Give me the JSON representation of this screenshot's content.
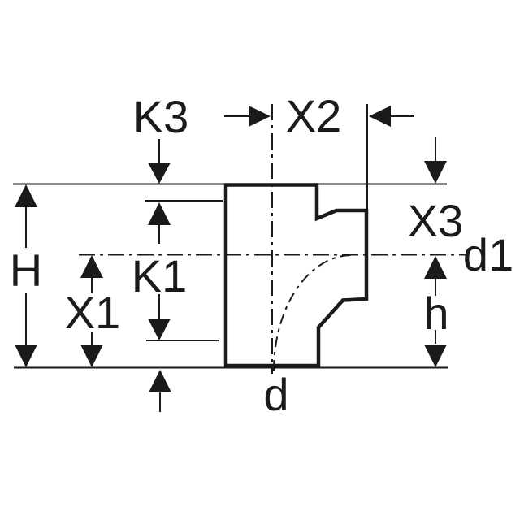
{
  "figure": {
    "type": "technical-dimension-diagram",
    "subject": "pipe-branch-fitting-section",
    "background": "#ffffff",
    "line_color": "#1a1a1a"
  },
  "labels": {
    "K3": "K3",
    "X2": "X2",
    "X3": "X3",
    "d1": "d1",
    "H": "H",
    "K1": "K1",
    "X1": "X1",
    "h": "h",
    "d": "d"
  }
}
